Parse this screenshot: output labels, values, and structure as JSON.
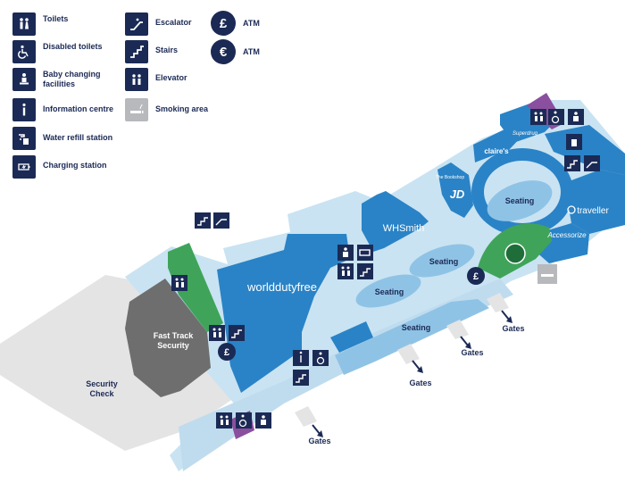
{
  "legend": {
    "toilets": "Toilets",
    "disabled_toilets": "Disabled toilets",
    "baby_changing": "Baby changing facilities",
    "information": "Information centre",
    "water_refill": "Water refill station",
    "charging": "Charging station",
    "escalator": "Escalator",
    "stairs": "Stairs",
    "elevator": "Elevator",
    "smoking": "Smoking area",
    "atm_gbp": "ATM",
    "atm_eur": "ATM",
    "atm_gbp_symbol": "£",
    "atm_eur_symbol": "€"
  },
  "map": {
    "security_check": [
      "Security",
      "Check"
    ],
    "fast_track": [
      "Fast Track",
      "Security"
    ],
    "seating": [
      "Seating",
      "Seating",
      "Seating",
      "Seating"
    ],
    "gates": [
      "Gates",
      "Gates",
      "Gates",
      "Gates"
    ],
    "pound": "£",
    "stores": {
      "world_duty_free": "worlddutyfree",
      "whsmith": "WHSmith",
      "jd": "JD",
      "traveller": "traveller",
      "accessorize": "Accessorize",
      "claires": "claire's",
      "superdrug": "Superdrug",
      "bookshop": "The Bookshop"
    }
  },
  "colors": {
    "navy": "#1b2a55",
    "store_blue": "#2a83c6",
    "floor_light": "#c9e3f2",
    "seating_blue": "#8fc3e6",
    "green": "#3fa45a",
    "grey_dark": "#6e6e6e",
    "grey_light": "#e4e4e4",
    "purple": "#8a4f9e",
    "smoking_grey": "#b7b9bd"
  }
}
